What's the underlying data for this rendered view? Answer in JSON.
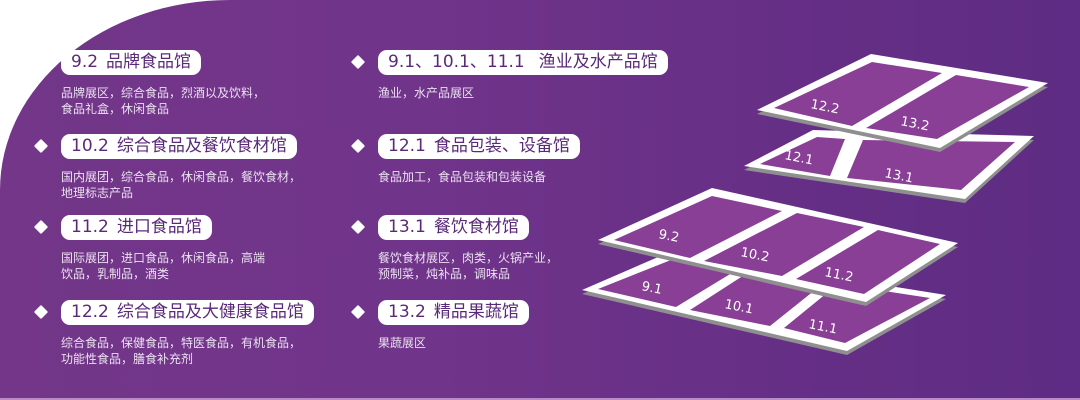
{
  "colors": {
    "panel_left": "#733689",
    "panel_right": "#5e2c84",
    "pill_text": "#5a2a7a",
    "pill_bg": "#ffffff",
    "desc_text": "#ebe1f0",
    "floor_fill": "#8a3f96",
    "floor_border": "#ffffff",
    "floor_shadow": "#9a9a9a"
  },
  "left_column": [
    {
      "hall": "9.2",
      "name": "品牌食品馆",
      "description": "品牌展区，综合食品，烈酒以及饮料，\n食品礼盒，休闲食品"
    },
    {
      "hall": "10.2",
      "name": "综合食品及餐饮食材馆",
      "description": "国内展团，综合食品，休闲食品，餐饮食材，\n地理标志产品"
    },
    {
      "hall": "11.2",
      "name": "进口食品馆",
      "description": "国际展团，进口食品，休闲食品，高端\n饮品，乳制品，酒类"
    },
    {
      "hall": "12.2",
      "name": "综合食品及大健康食品馆",
      "description": "综合食品，保健食品，特医食品，有机食品，\n功能性食品，膳食补充剂"
    }
  ],
  "right_column": [
    {
      "hall": "9.1、10.1、11.1",
      "name": "渔业及水产品馆",
      "description": "渔业，水产品展区"
    },
    {
      "hall": "12.1",
      "name": "食品包装、设备馆",
      "description": "食品加工，食品包装和包装设备"
    },
    {
      "hall": "13.1",
      "name": "餐饮食材馆",
      "description": "餐饮食材展区，肉类，火锅产业，\n预制菜，炖补品，调味品"
    },
    {
      "hall": "13.2",
      "name": "精品果蔬馆",
      "description": "果蔬展区"
    }
  ],
  "floor_map": {
    "upper_stack": {
      "top_level": [
        "12.2",
        "13.2"
      ],
      "bottom_level": [
        "12.1",
        "13.1"
      ]
    },
    "lower_stack": {
      "top_level": [
        "9.2",
        "10.2",
        "11.2"
      ],
      "bottom_level": [
        "9.1",
        "10.1",
        "11.1"
      ]
    }
  }
}
